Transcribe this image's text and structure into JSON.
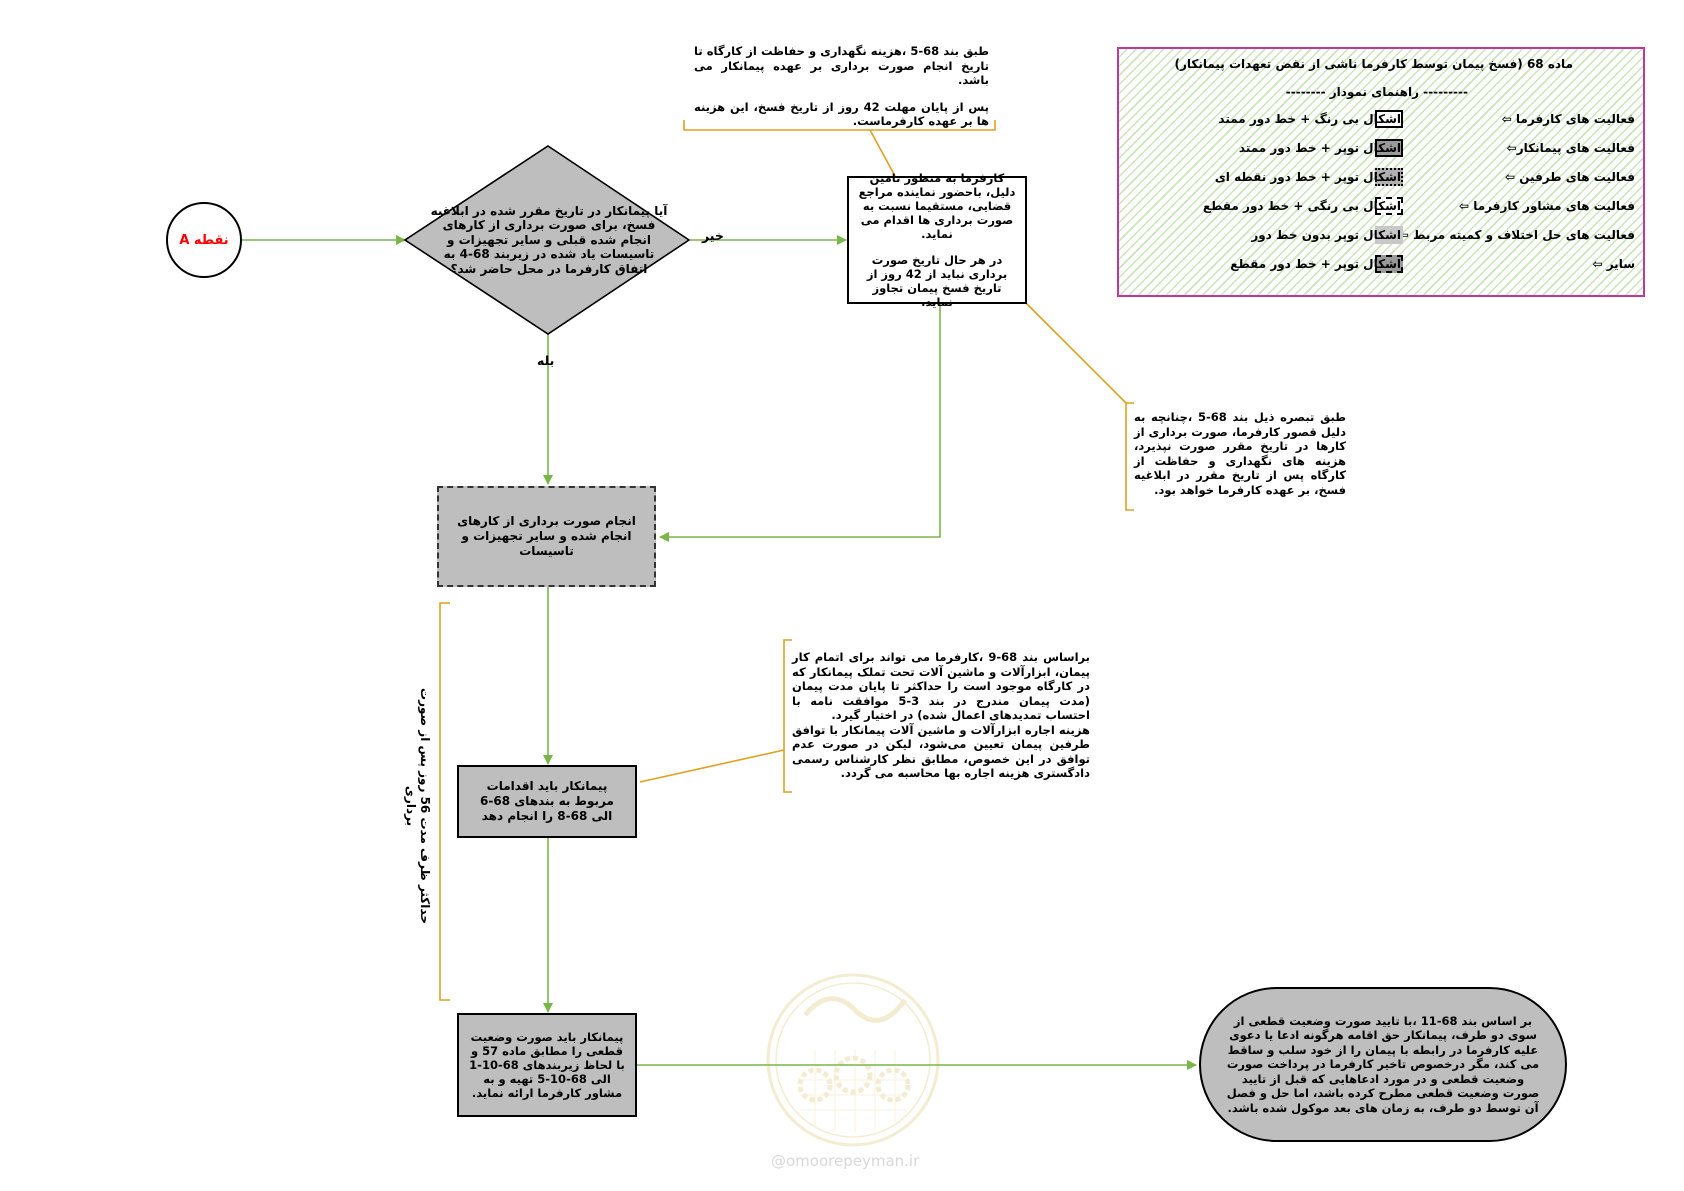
{
  "legend": {
    "title": "ماده  68  (فسخ پیمان توسط کارفرما ناشی از نقض تعهدات پیمانکار)",
    "subtitle": "--------- راهنمای نمودار --------",
    "rows": [
      {
        "activity": "فعالیت های کارفرما ⇦",
        "desc": "اشکال بی رنگ + خط دور ممتد"
      },
      {
        "activity": "فعالیت های پیمانکار⇦",
        "desc": "اشکال توپر + خط دور ممتد"
      },
      {
        "activity": "فعالیت های طرفین ⇦",
        "desc": "اشکال توپر + خط دور نقطه ای"
      },
      {
        "activity": "فعالیت های مشاور کارفرما ⇦",
        "desc": "اشکال بی رنگی + خط دور مقطع"
      },
      {
        "activity": "فعالیت های حل اختلاف و کمیته مربط ⇦",
        "desc": "اشکال توپر بدون خط دور"
      },
      {
        "activity": "سایر  ⇦",
        "desc": "اشکال توپر + خط دور مقطع"
      }
    ]
  },
  "start": {
    "label": "نقطه A"
  },
  "decision": {
    "text": "آیا پیمانکار در تاریخ مقرر شده در ابلاغیه فسخ، برای صورت برداری از کارهای انجام شده قبلی و سایر تجهیزات و تاسیسات یاد شده در زیربند 68-4 به اتفاق کارفرما در محل حاضر شد؟"
  },
  "labels": {
    "no": "خیر",
    "yes": "بله",
    "vertical": "حداکثر ظرف مدت 56 روز پس از صورت برداری"
  },
  "employer_box": {
    "line1": "کارفرما به منظور تامین دلیل، باحضور نماینده مراجع قضایی، مستقیما نسبت به صورت برداری ها اقدام می نماید.",
    "line2": "در هر حال تاریخ صورت برداری نباید از 42 روز از تاریخ فسخ پیمان تجاوز نماید."
  },
  "note_top": {
    "p1": "طبق بند 68-5 ،هزینه نگهداری و حفاظت از کارگاه تا تاریخ انجام صورت برداری بر عهده پیمانکار می باشد.",
    "p2": "پس از پایان مهلت 42 روز از تاریخ فسخ، این هزینه ها بر عهده کارفرماست."
  },
  "note_right": {
    "text": "طبق تبصره ذیل بند 68-5 ،چنانچه به دلیل قصور کارفرما، صورت برداری از کارها در تاریخ مقرر صورت نپذیرد، هزینه های نگهداری و حفاظت از کارگاه پس از تاریخ مقرر در ابلاغیه فسخ، بر عهده کارفرما خواهد بود."
  },
  "survey_box": {
    "text": "انجام صورت برداری از کارهای انجام شده و سایر تجهیزات و تاسیسات"
  },
  "note_mid": {
    "p1": "براساس بند 68-9 ،کارفرما می تواند برای اتمام کار پیمان، ابزارآلات و ماشین آلات تحت تملک پیمانکار که در کارگاه موجود است را حداکثر تا پایان مدت پیمان (مدت پیمان مندرج در بند 3-5 موافقت نامه با احتساب تمدیدهای اعمال شده) در اختیار گیرد.",
    "p2": "هزینه اجاره ابزارآلات و ماشین آلات پیمانکار با توافق طرفین پیمان تعیین می‌شود، لیکن در صورت عدم توافق در این خصوص، مطابق نظر کارشناس رسمی دادگستری هزینه اجاره بها محاسبه می گردد."
  },
  "contractor_box1": {
    "text": "پیمانکار باید اقدامات مربوط به بندهای 68-6  الی 68-8 را انجام دهد"
  },
  "contractor_box2": {
    "text": "پیمانکار باید صورت وضعیت قطعی را مطابق ماده 57 و با لحاظ زیربندهای 68-10-1 الی 68-10-5 تهیه و به مشاور کارفرما ارائه نماید."
  },
  "final_box": {
    "text": "بر اساس بند 68-11 ،با تایید صورت وضعیت قطعی از سوی دو طرف، پیمانکار حق اقامه هرگونه ادعا یا دعوی علیه کارفرما در رابطه با پیمان را از خود سلب و ساقط می کند، مگر درخصوص تاخیر کارفرما در پرداخت صورت وضعیت قطعی و در مورد ادعاهایی که قبل از تایید صورت وضعیت قطعی مطرح کرده باشد، اما حل و فصل آن توسط دو طرف، به زمان های بعد موکول شده باشد."
  },
  "watermark": {
    "text": "@omoorepeyman.ir"
  },
  "colors": {
    "connector": "#7ab547",
    "note_bracket": "#e0a020",
    "legend_border": "#c0399a",
    "fill": "#bebebe",
    "start_text": "#ff0000"
  }
}
